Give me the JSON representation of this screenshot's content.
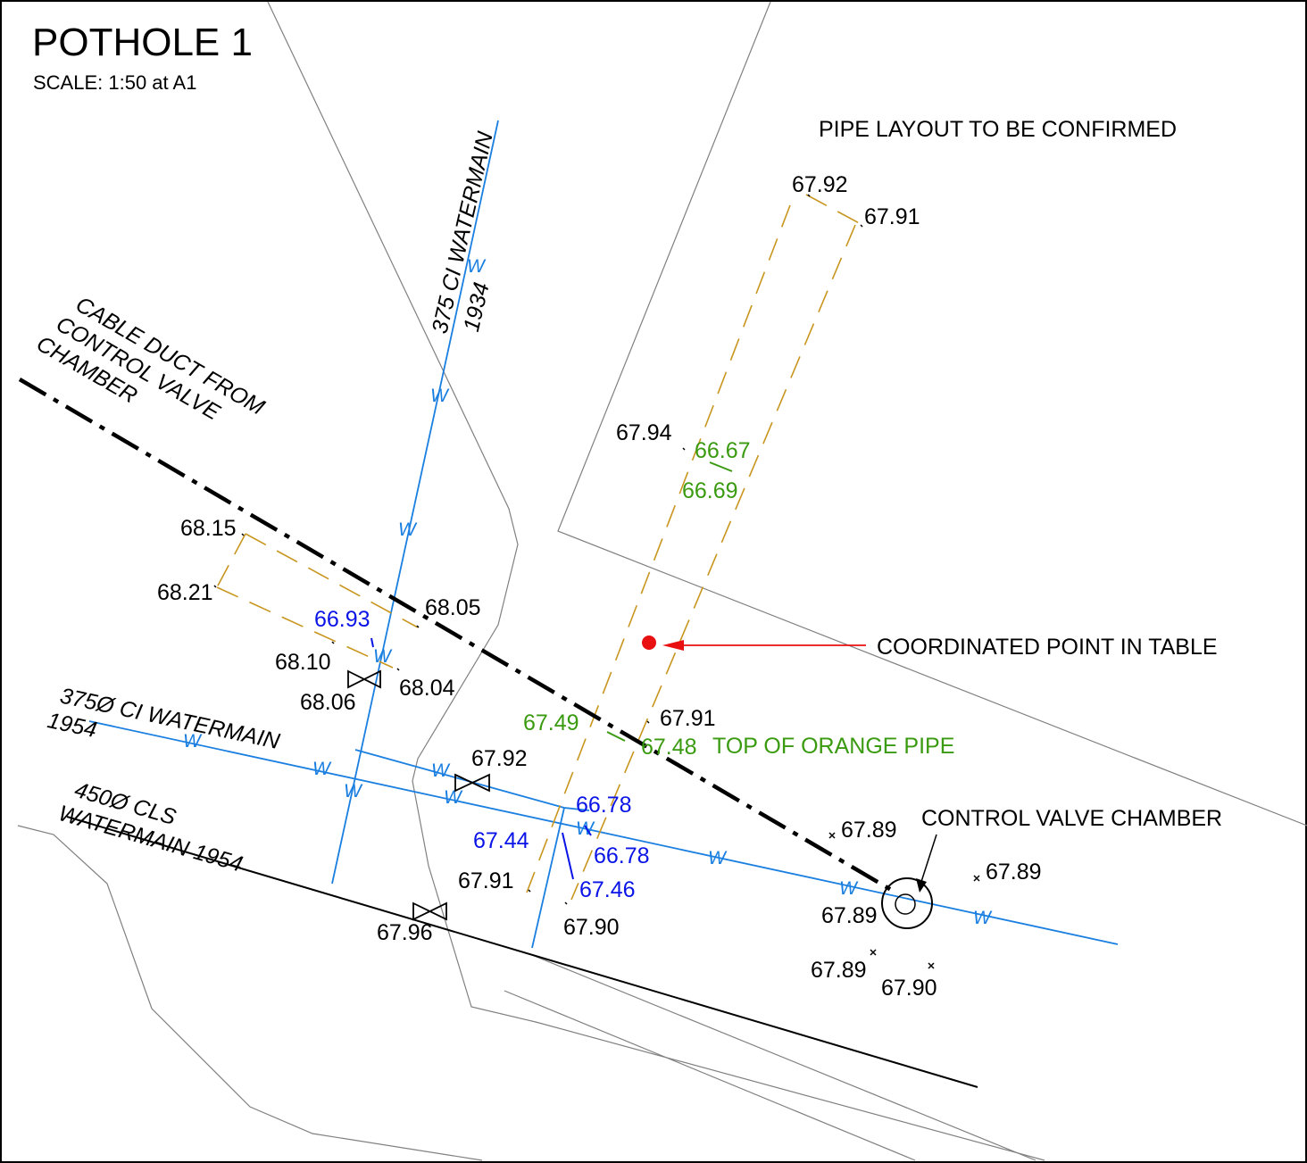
{
  "title": "POTHOLE 1",
  "scale": "SCALE: 1:50 at A1",
  "notes": {
    "pipe_layout": "PIPE LAYOUT TO BE CONFIRMED",
    "coordinated_point": "COORDINATED POINT IN TABLE",
    "top_of_orange_pipe": "TOP OF ORANGE PIPE",
    "control_valve_chamber": "CONTROL VALVE CHAMBER"
  },
  "utilities": {
    "watermain_375_1934_line1": "375 CI WATERMAIN",
    "watermain_375_1934_line2": "1934",
    "cable_duct_line1": "CABLE DUCT FROM",
    "cable_duct_line2": "CONTROL VALVE",
    "cable_duct_line3": "CHAMBER",
    "watermain_375_1954_line1": "375Ø CI WATERMAIN",
    "watermain_375_1954_line2": "1954",
    "watermain_450_line1": "450Ø CLS",
    "watermain_450_line2": "WATERMAIN 1954",
    "water_symbol": "W"
  },
  "levels_black": [
    "67.92",
    "67.91",
    "67.94",
    "68.15",
    "68.21",
    "68.05",
    "68.10",
    "68.04",
    "68.06",
    "67.91",
    "67.92",
    "67.89",
    "67.89",
    "67.89",
    "67.91",
    "67.90",
    "67.96",
    "67.89",
    "67.90"
  ],
  "levels_green": [
    "66.67",
    "66.69",
    "67.49",
    "67.48"
  ],
  "levels_blue": [
    "66.93",
    "66.78",
    "67.44",
    "66.78",
    "67.46"
  ],
  "colors": {
    "water": "#1a7fe0",
    "orange_pipe": "#c8961e",
    "green_level": "#3a9a10",
    "blue_level": "#0a14e6",
    "marker": "#e81010",
    "boundary": "#808080"
  }
}
